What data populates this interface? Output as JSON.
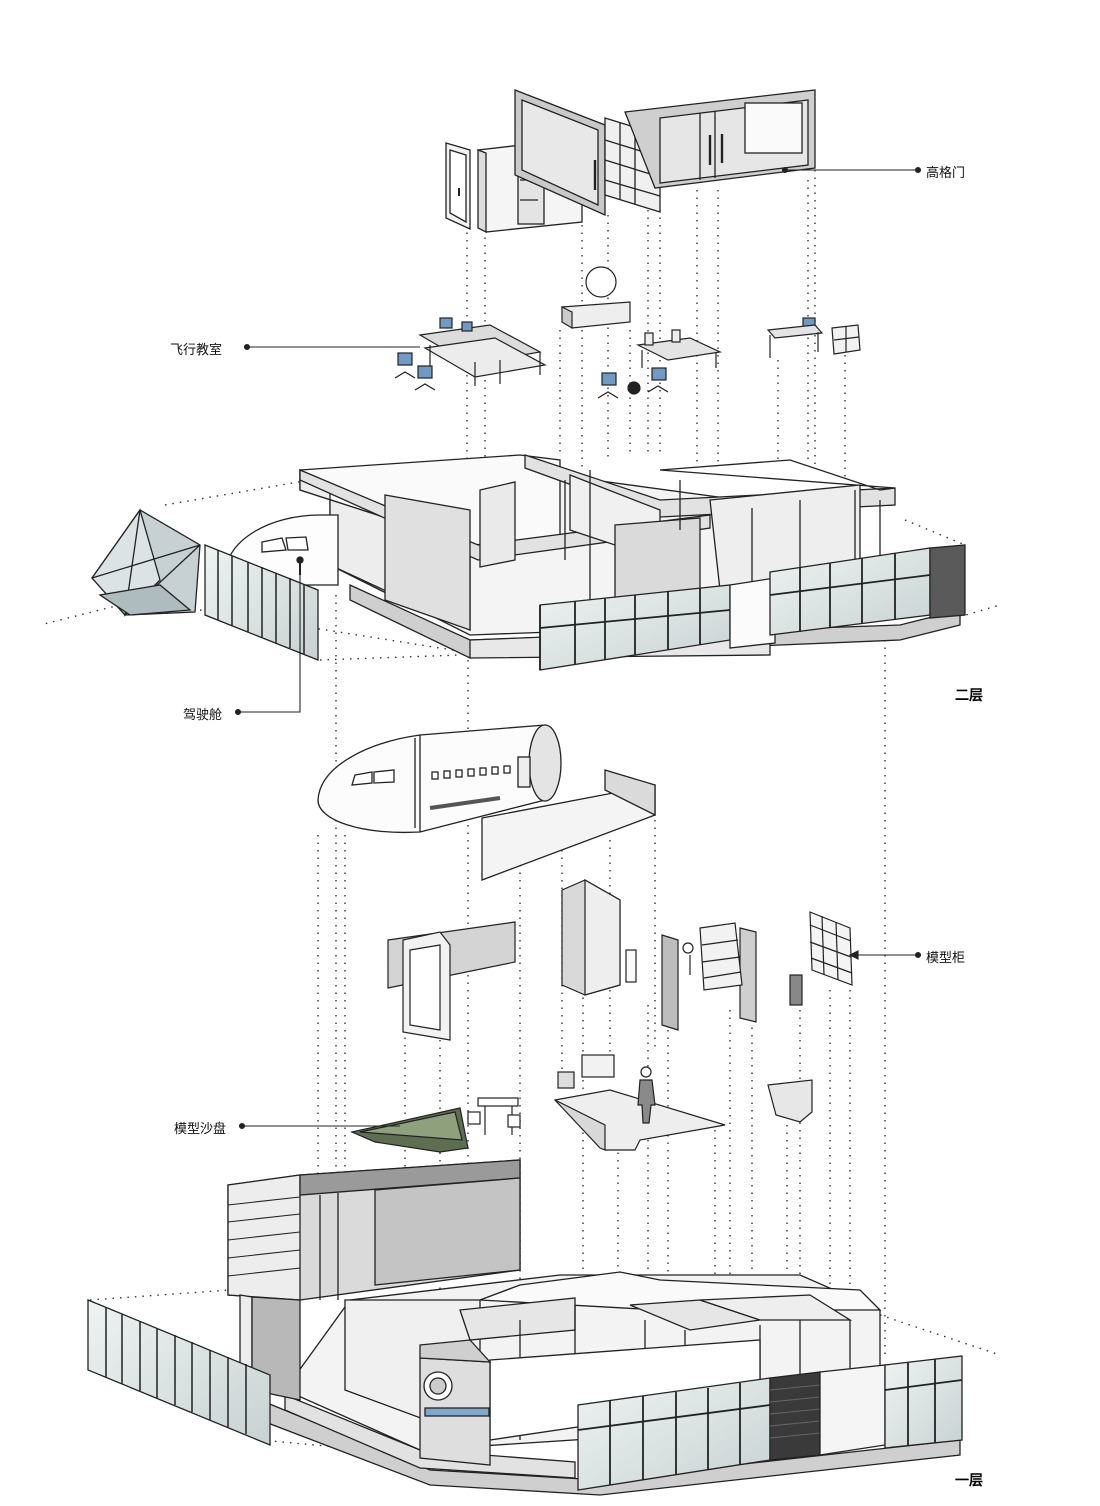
{
  "labels": {
    "door": "高格门",
    "classroom": "飞行教室",
    "cockpit": "驾驶舱",
    "model_cabinet": "模型柜",
    "sand_table": "模型沙盘"
  },
  "floors": {
    "second": "二层",
    "first": "一层"
  }
}
